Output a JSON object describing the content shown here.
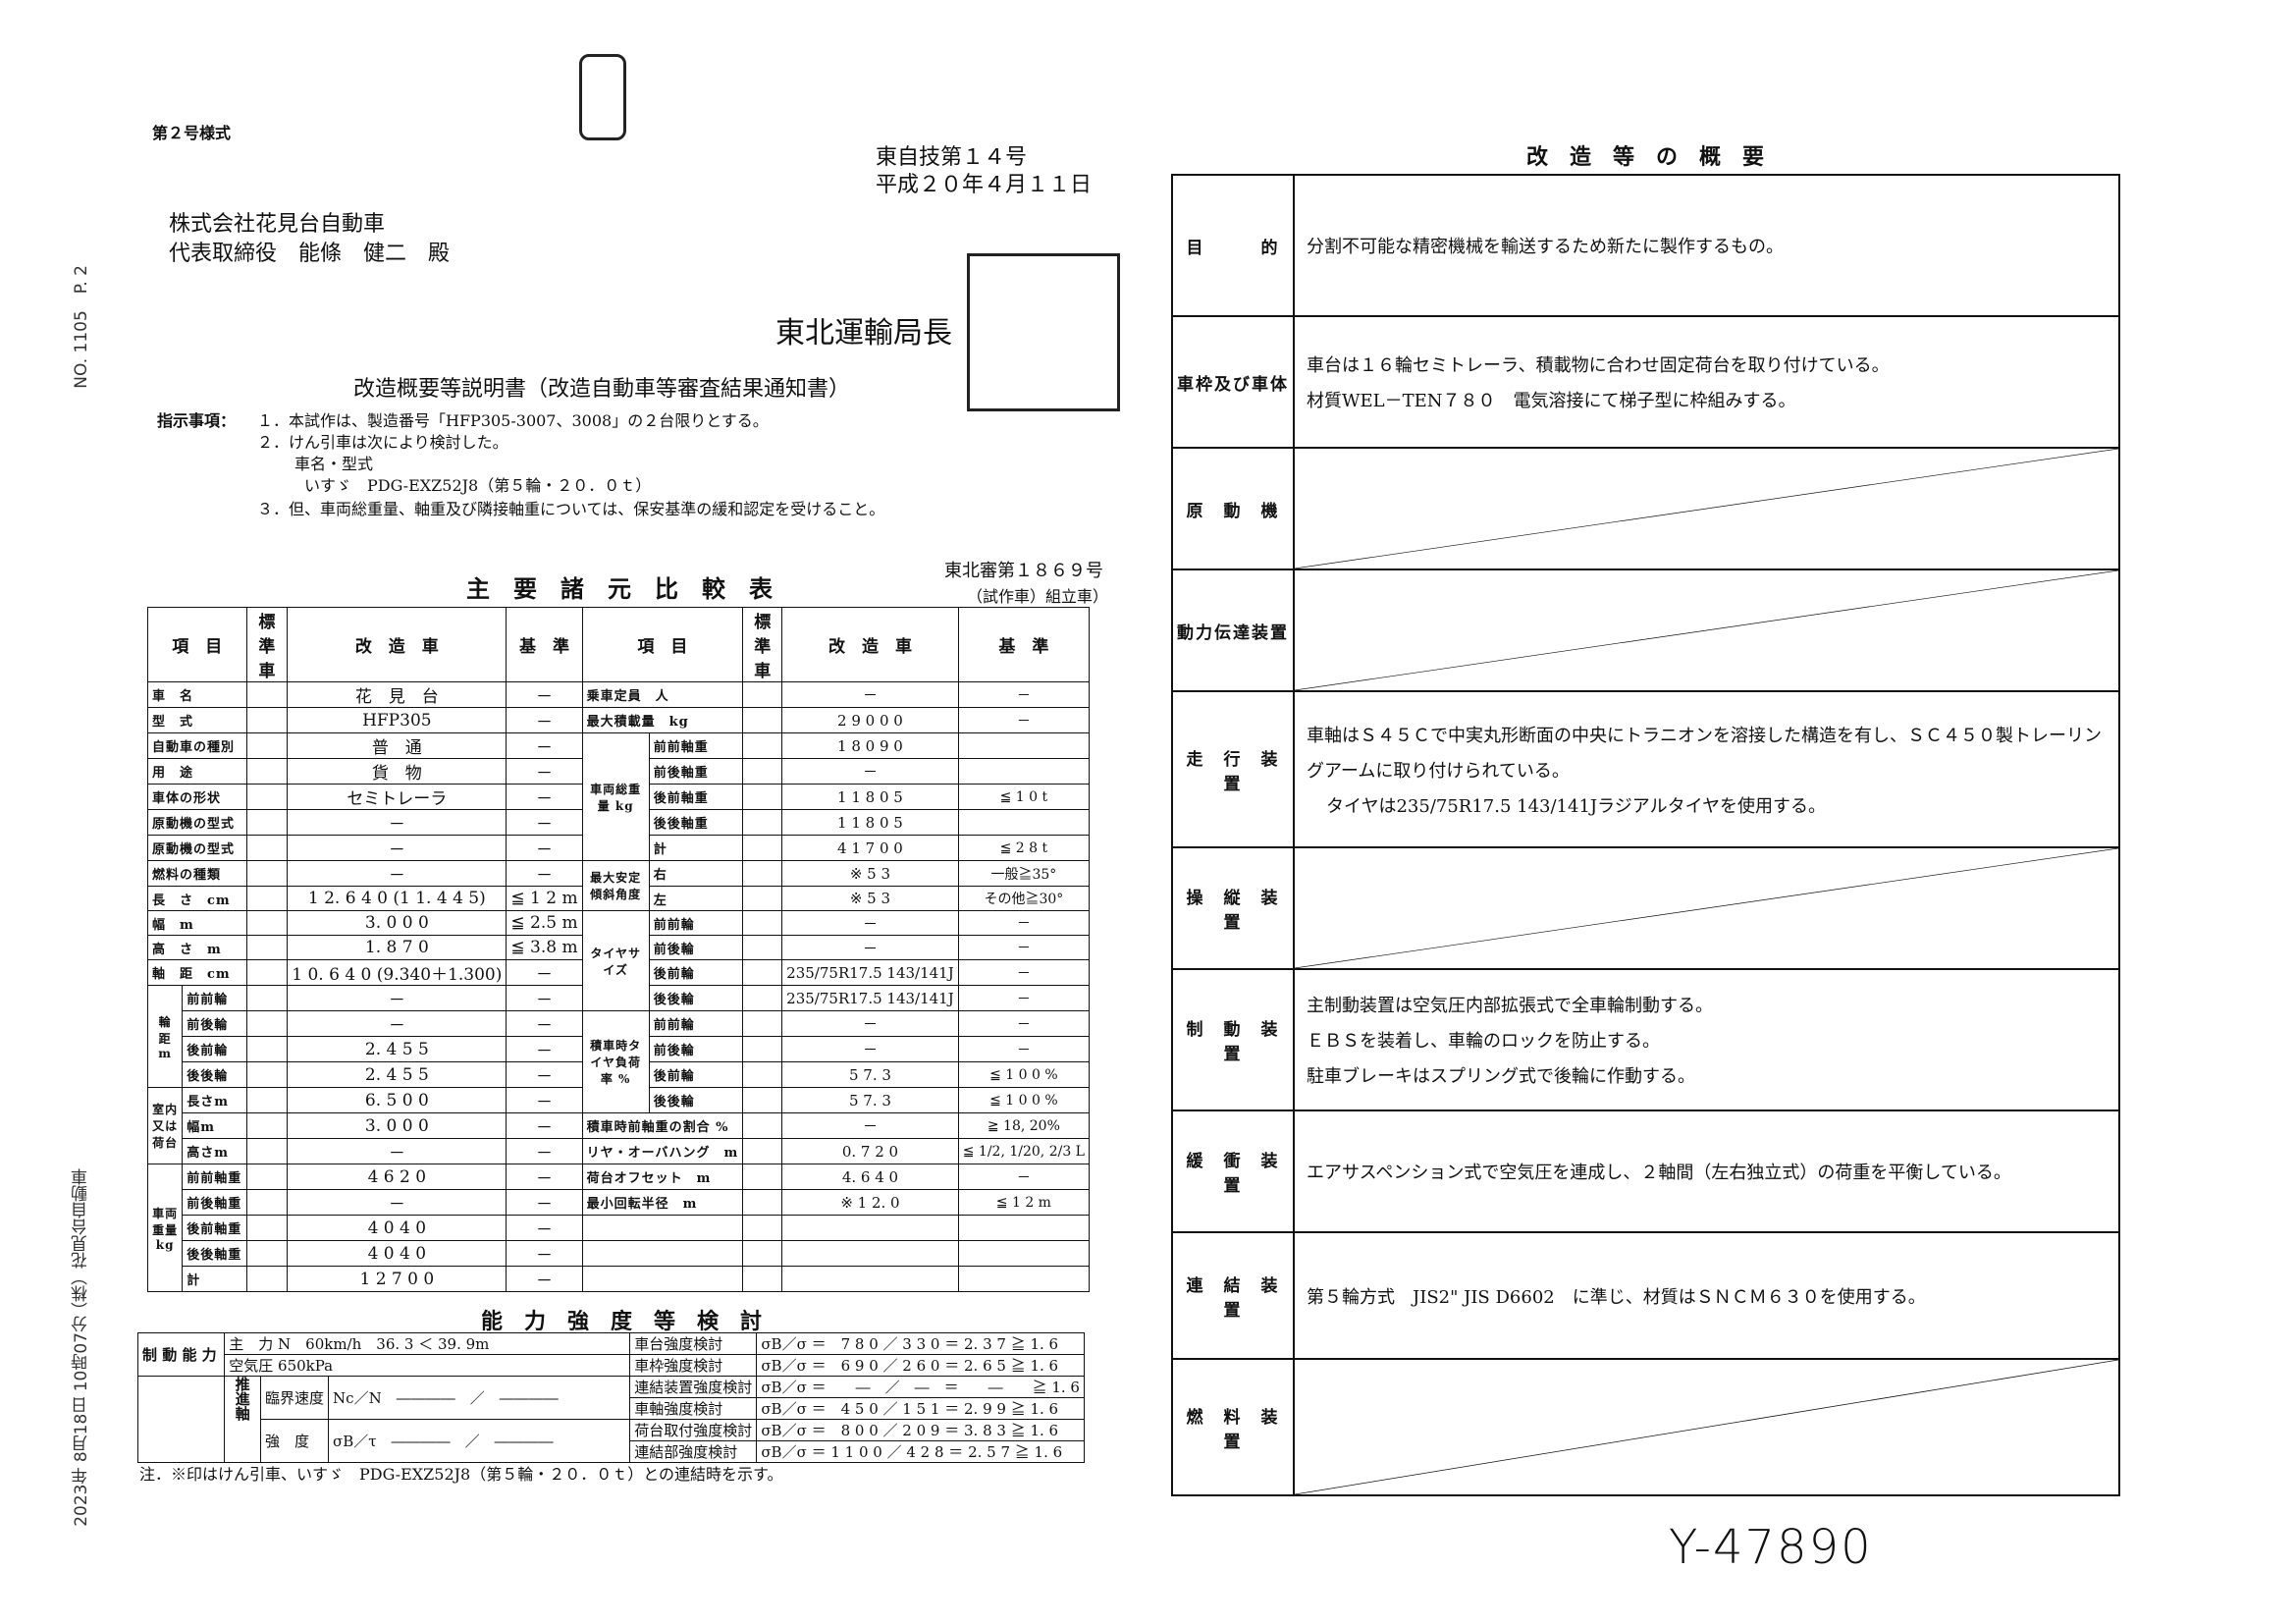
{
  "form_label": "第２号様式",
  "notice_number": "東自技第１４号",
  "notice_date": "平成２０年４月１１日",
  "recipient_company": "株式会社花見台自動車",
  "recipient_person": "代表取締役　能條　健二　殿",
  "issuer": "東北運輸局長",
  "document_title": "改造概要等説明書（改造自動車等審査結果通知書）",
  "instructions": {
    "label": "指示事項：",
    "items": [
      "１．本試作は、製造番号「HFP305-3007、3008」の２台限りとする。",
      "２．けん引車は次により検討した。",
      "車名・型式",
      "いすゞ　PDG-EXZ52J8（第５輪・２０．０ｔ）",
      "３．但、車両総重量、軸重及び隣接軸重については、保安基準の緩和認定を受けること。"
    ]
  },
  "side_fax_header": "NO. 1105　P. 2",
  "side_receipt": "2023年 8月18日 10時07分",
  "side_company": "（株）花見台自動車",
  "handwritten_ref": "Y-47890",
  "spec_table": {
    "title": "主　要　諸　元　比　較　表",
    "ref_number": "東北審第１８６９号",
    "ref_type": "（試作車）組立車）",
    "headers": [
      "項　目",
      "標　準　車",
      "改　造　車",
      "基　準",
      "項　目",
      "標　準　車",
      "改　造　車",
      "基　準"
    ],
    "left_rows": [
      {
        "item": "車　名",
        "mod": "花　見　台",
        "std": "－"
      },
      {
        "item": "型　式",
        "mod": "HFP305",
        "std": "－"
      },
      {
        "item": "自動車の種別",
        "mod": "普　通",
        "std": "－"
      },
      {
        "item": "用　途",
        "mod": "貨　物",
        "std": "－"
      },
      {
        "item": "車体の形状",
        "mod": "セミトレーラ",
        "std": "－"
      },
      {
        "item": "原動機の型式",
        "mod": "－",
        "std": "－"
      },
      {
        "item": "原動機の型式",
        "mod": "－",
        "std": "－"
      },
      {
        "item": "燃料の種類",
        "mod": "－",
        "std": "－"
      },
      {
        "item": "長　さ　cm",
        "mod": "1 2. 6 4 0 (1 1. 4 4 5)",
        "std": "≦ 1 2 m"
      },
      {
        "item": "幅　m",
        "mod": "3. 0 0 0",
        "std": "≦ 2.5 m"
      },
      {
        "item": "高　さ　m",
        "mod": "1. 8 7 0",
        "std": "≦ 3.8 m"
      },
      {
        "item": "軸　距　cm",
        "mod": "1 0. 6 4 0 (9.340＋1.300)",
        "std": "－"
      },
      {
        "group": "輪　距　m",
        "item": "前前輪",
        "mod": "－",
        "std": "－"
      },
      {
        "group": "輪　距　m",
        "item": "前後輪",
        "mod": "－",
        "std": "－"
      },
      {
        "group": "輪　距　m",
        "item": "後前輪",
        "mod": "2. 4 5 5",
        "std": "－"
      },
      {
        "group": "輪　距　m",
        "item": "後後輪",
        "mod": "2. 4 5 5",
        "std": "－"
      },
      {
        "group": "室内又は荷台",
        "item": "長さm",
        "mod": "6. 5 0 0",
        "std": "－"
      },
      {
        "group": "室内又は荷台",
        "item": "幅m",
        "mod": "3. 0 0 0",
        "std": "－"
      },
      {
        "group": "室内又は荷台",
        "item": "高さm",
        "mod": "－",
        "std": "－"
      },
      {
        "group": "車両重量 kg",
        "item": "前前軸重",
        "mod": "4 6 2 0",
        "std": "－"
      },
      {
        "group": "車両重量 kg",
        "item": "前後軸重",
        "mod": "－",
        "std": "－"
      },
      {
        "group": "車両重量 kg",
        "item": "後前軸重",
        "mod": "4 0 4 0",
        "std": "－"
      },
      {
        "group": "車両重量 kg",
        "item": "後後軸重",
        "mod": "4 0 4 0",
        "std": "－"
      },
      {
        "group": "車両重量 kg",
        "item": "計",
        "mod": "1 2 7 0 0",
        "std": "－"
      }
    ],
    "right_rows": [
      {
        "item": "乗車定員　人",
        "mod": "－",
        "std": "－"
      },
      {
        "item": "最大積載量　kg",
        "mod": "2 9 0 0 0",
        "std": "－"
      },
      {
        "group": "車両総重量 kg",
        "item": "前前軸重",
        "mod": "1 8 0 9 0",
        "std": ""
      },
      {
        "group": "車両総重量 kg",
        "item": "前後軸重",
        "mod": "－",
        "std": ""
      },
      {
        "group": "車両総重量 kg",
        "item": "後前軸重",
        "mod": "1 1 8 0 5",
        "std": "≦ 1 0 t"
      },
      {
        "group": "車両総重量 kg",
        "item": "後後軸重",
        "mod": "1 1 8 0 5",
        "std": ""
      },
      {
        "group": "車両総重量 kg",
        "item": "計",
        "mod": "4 1 7 0 0",
        "std": "≦ 2 8 t"
      },
      {
        "group": "最大安定傾斜角度",
        "item": "右",
        "mod": "※ 5 3",
        "std": "一般≧35°"
      },
      {
        "group": "最大安定傾斜角度",
        "item": "左",
        "mod": "※ 5 3",
        "std": "その他≧30°"
      },
      {
        "group": "タイヤサイズ",
        "item": "前前輪",
        "mod": "－",
        "std": "－"
      },
      {
        "group": "タイヤサイズ",
        "item": "前後輪",
        "mod": "－",
        "std": "－"
      },
      {
        "group": "タイヤサイズ",
        "item": "後前輪",
        "mod": "235/75R17.5 143/141J",
        "std": "－"
      },
      {
        "group": "タイヤサイズ",
        "item": "後後輪",
        "mod": "235/75R17.5 143/141J",
        "std": "－"
      },
      {
        "group": "積車時タイヤ負荷率 %",
        "item": "前前輪",
        "mod": "－",
        "std": "－"
      },
      {
        "group": "積車時タイヤ負荷率 %",
        "item": "前後輪",
        "mod": "－",
        "std": "－"
      },
      {
        "group": "積車時タイヤ負荷率 %",
        "item": "後前輪",
        "mod": "5 7. 3",
        "std": "≦ 1 0 0 %"
      },
      {
        "group": "積車時タイヤ負荷率 %",
        "item": "後後輪",
        "mod": "5 7. 3",
        "std": "≦ 1 0 0 %"
      },
      {
        "item": "積車時前軸重の割合 %",
        "mod": "－",
        "std": "≧ 18, 20%"
      },
      {
        "item": "リヤ・オーバハング　m",
        "mod": "0. 7 2 0",
        "std": "≦ 1/2, 1/20, 2/3 L"
      },
      {
        "item": "荷台オフセット　m",
        "mod": "4. 6 4 0",
        "std": "－"
      },
      {
        "item": "最小回転半径　m",
        "mod": "※ 1 2. 0",
        "std": "≦ 1 2 m"
      }
    ]
  },
  "capability_table": {
    "title": "能　力　強　度　等　検　討",
    "braking_label": "制 動 能 力",
    "braking_rows": [
      "主　力 N　60km/h　36. 3 ＜ 39. 9m",
      "空気圧 650kPa"
    ],
    "other_label": "推進軸",
    "other_rows": [
      {
        "label": "臨界速度",
        "value": "Nc／N　――――　／　――――"
      },
      {
        "label": "強　度",
        "value": "σB／τ　――――　／　――――"
      }
    ],
    "strength_rows": [
      {
        "label": "車台強度検討",
        "value": "σB／σ ＝　7 8 0 ／ 3 3 0 ＝ 2. 3 7 ≧ 1. 6"
      },
      {
        "label": "車枠強度検討",
        "value": "σB／σ ＝　6 9 0 ／ 2 6 0 ＝ 2. 6 5 ≧ 1. 6"
      },
      {
        "label": "連結装置強度検討",
        "value": "σB／σ ＝　　―　／　―　＝　　―　　≧ 1. 6"
      },
      {
        "label": "車軸強度検討",
        "value": "σB／σ ＝　4 5 0 ／ 1 5 1 ＝ 2. 9 9 ≧ 1. 6"
      },
      {
        "label": "荷台取付強度検討",
        "value": "σB／σ ＝　8 0 0 ／ 2 0 9 ＝ 3. 8 3 ≧ 1. 6"
      },
      {
        "label": "連結部強度検討",
        "value": "σB／σ ＝ 1 1 0 0 ／ 4 2 8 ＝ 2. 5 7 ≧ 1. 6"
      }
    ]
  },
  "footnote": "注．※印はけん引車、いすゞ　PDG-EXZ52J8（第５輪・２０．０ｔ）との連結時を示す。",
  "overview": {
    "title": "改　造　等　の　概　要",
    "rows": [
      {
        "label": "目　　　的",
        "lines": [
          "分割不可能な精密機械を輸送するため新たに製作するもの。"
        ]
      },
      {
        "label": "車枠及び車体",
        "lines": [
          "車台は１６輪セミトレーラ、積載物に合わせ固定荷台を取り付けている。",
          "材質WEL－TEN７８０　電気溶接にて梯子型に枠組みする。"
        ]
      },
      {
        "label": "原　動　機",
        "lines": []
      },
      {
        "label": "動力伝達装置",
        "lines": []
      },
      {
        "label": "走　行　装　置",
        "lines": [
          "車軸はＳ４５Ｃで中実丸形断面の中央にトラニオンを溶接した構造を有し、ＳＣ４５０製トレーリン",
          "グアームに取り付けられている。",
          "タイヤは235/75R17.5 143/141Jラジアルタイヤを使用する。"
        ]
      },
      {
        "label": "操　縦　装　置",
        "lines": []
      },
      {
        "label": "制　動　装　置",
        "lines": [
          "主制動装置は空気圧内部拡張式で全車輪制動する。",
          "ＥＢＳを装着し、車輪のロックを防止する。",
          "駐車ブレーキはスプリング式で後輪に作動する。"
        ]
      },
      {
        "label": "緩　衝　装　置",
        "lines": [
          "エアサスペンション式で空気圧を連成し、２軸間（左右独立式）の荷重を平衡している。"
        ]
      },
      {
        "label": "連　結　装　置",
        "lines": [
          "第５輪方式　JIS2\" JIS D6602　に準じ、材質はＳＮＣＭ６３０を使用する。"
        ]
      },
      {
        "label": "燃　料　装　置",
        "lines": []
      }
    ]
  }
}
